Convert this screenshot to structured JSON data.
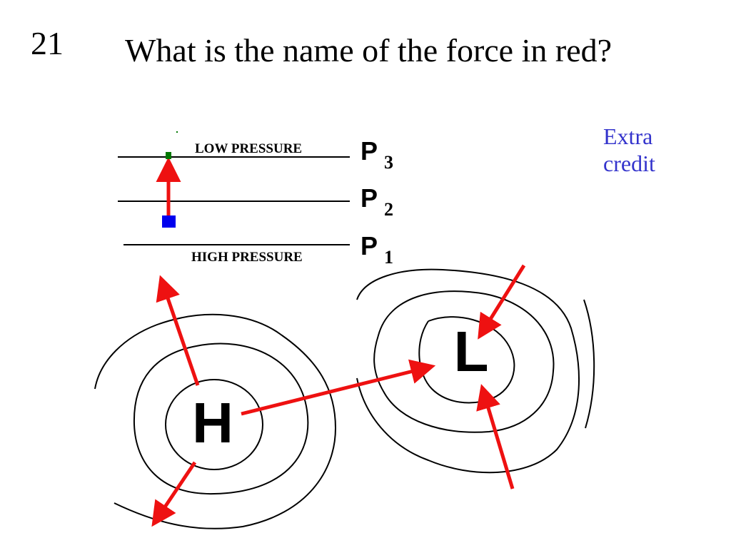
{
  "slide": {
    "number": "21",
    "title": "What is the name of the force in red?",
    "extra_credit": [
      "Extra",
      "credit"
    ]
  },
  "pressure_diagram": {
    "top_label": "LOW PRESSURE",
    "bottom_label": "HIGH PRESSURE",
    "levels": [
      {
        "letter": "P",
        "sub": "3"
      },
      {
        "letter": "P",
        "sub": "2"
      },
      {
        "letter": "P",
        "sub": "1"
      }
    ]
  },
  "map": {
    "high_label": "H",
    "low_label": "L"
  },
  "colors": {
    "force_arrow": "#ee1111",
    "parcel": "#0000ee",
    "marker": "#007700",
    "extra_credit_text": "#3333cc",
    "isobar": "#000000"
  }
}
